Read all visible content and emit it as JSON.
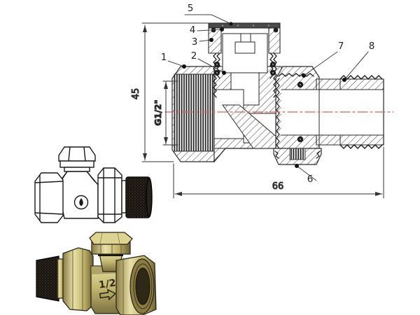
{
  "drawing": {
    "callouts": [
      {
        "label": "1"
      },
      {
        "label": "2"
      },
      {
        "label": "3"
      },
      {
        "label": "4"
      },
      {
        "label": "5"
      },
      {
        "label": "6"
      },
      {
        "label": "7"
      },
      {
        "label": "8"
      }
    ],
    "dimensions": {
      "height": "45",
      "length": "66",
      "thread_size": "G1/2\""
    }
  },
  "products": {
    "brass_valve": {
      "size_marking": "1/2"
    }
  },
  "colors": {
    "centerline": "#d95f5f",
    "line": "#2a2a2a",
    "brass_light": "#e3dba0",
    "brass_mid": "#c4b871",
    "brass_dark": "#7c7040",
    "knurl_dark": "#171310",
    "cap_strip": "#4a4a4a"
  }
}
